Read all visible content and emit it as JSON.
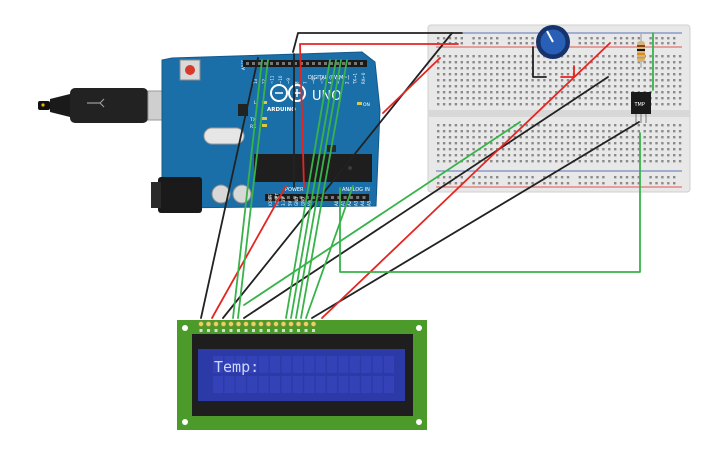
{
  "arduino": {
    "logo_text": "ARDUINO",
    "model_text": "UNO",
    "digital_label": "DIGITAL (PWM~)",
    "power_label": "POWER",
    "analog_label": "ANALOG IN",
    "aref_label": "AREF",
    "led_l": "L",
    "led_tx": "TX",
    "led_rx": "RX",
    "on_label": "ON",
    "digital_pins": [
      "13",
      "12",
      "~11",
      "~10",
      "~9",
      "8",
      "7",
      "~6",
      "~5",
      "4",
      "~3",
      "2",
      "TX→1",
      "RX←0"
    ],
    "power_pins": [
      "IOREF",
      "RESET",
      "3.3V",
      "5V",
      "GND",
      "GND",
      "Vin"
    ],
    "analog_pins": [
      "A0",
      "A1",
      "A2",
      "A3",
      "A4",
      "A5"
    ]
  },
  "sensor": {
    "label": "TMP"
  },
  "lcd": {
    "text": "Temp:"
  },
  "colors": {
    "board": "#1b6fa8",
    "wire_green": "#37b34a",
    "wire_red": "#e52521",
    "wire_black": "#222222",
    "lcd_pcb": "#4c9a2a",
    "lcd_screen": "#2c3aa8"
  }
}
